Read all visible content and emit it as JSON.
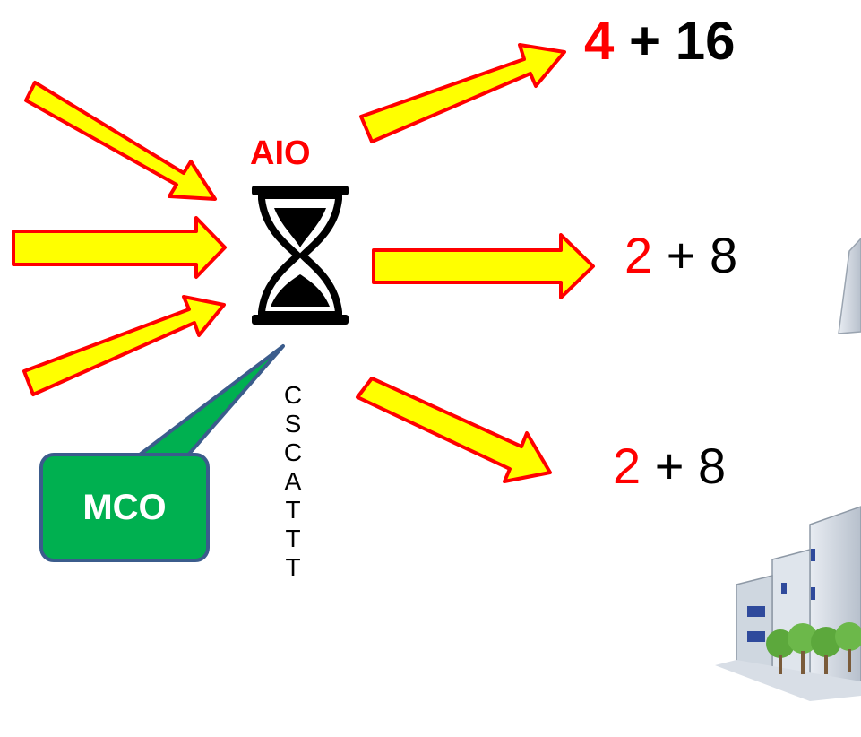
{
  "hourglass_label": "AIO",
  "callout": {
    "label": "MCO"
  },
  "outputs": [
    {
      "highlight": "4",
      "rest": " + 16"
    },
    {
      "highlight": "2",
      "rest": " + 8"
    },
    {
      "highlight": "2",
      "rest": " + 8"
    }
  ],
  "vertical_letters": [
    "C",
    "S",
    "C",
    "A",
    "T",
    "T",
    "T"
  ],
  "colors": {
    "arrow_fill": "#ffff00",
    "arrow_outline": "#ff0000",
    "highlight_text": "#ff0000",
    "callout_fill": "#00b050",
    "callout_border": "#3b5c8c"
  },
  "icons": [
    "hourglass-icon",
    "building-icon",
    "building-icon"
  ]
}
